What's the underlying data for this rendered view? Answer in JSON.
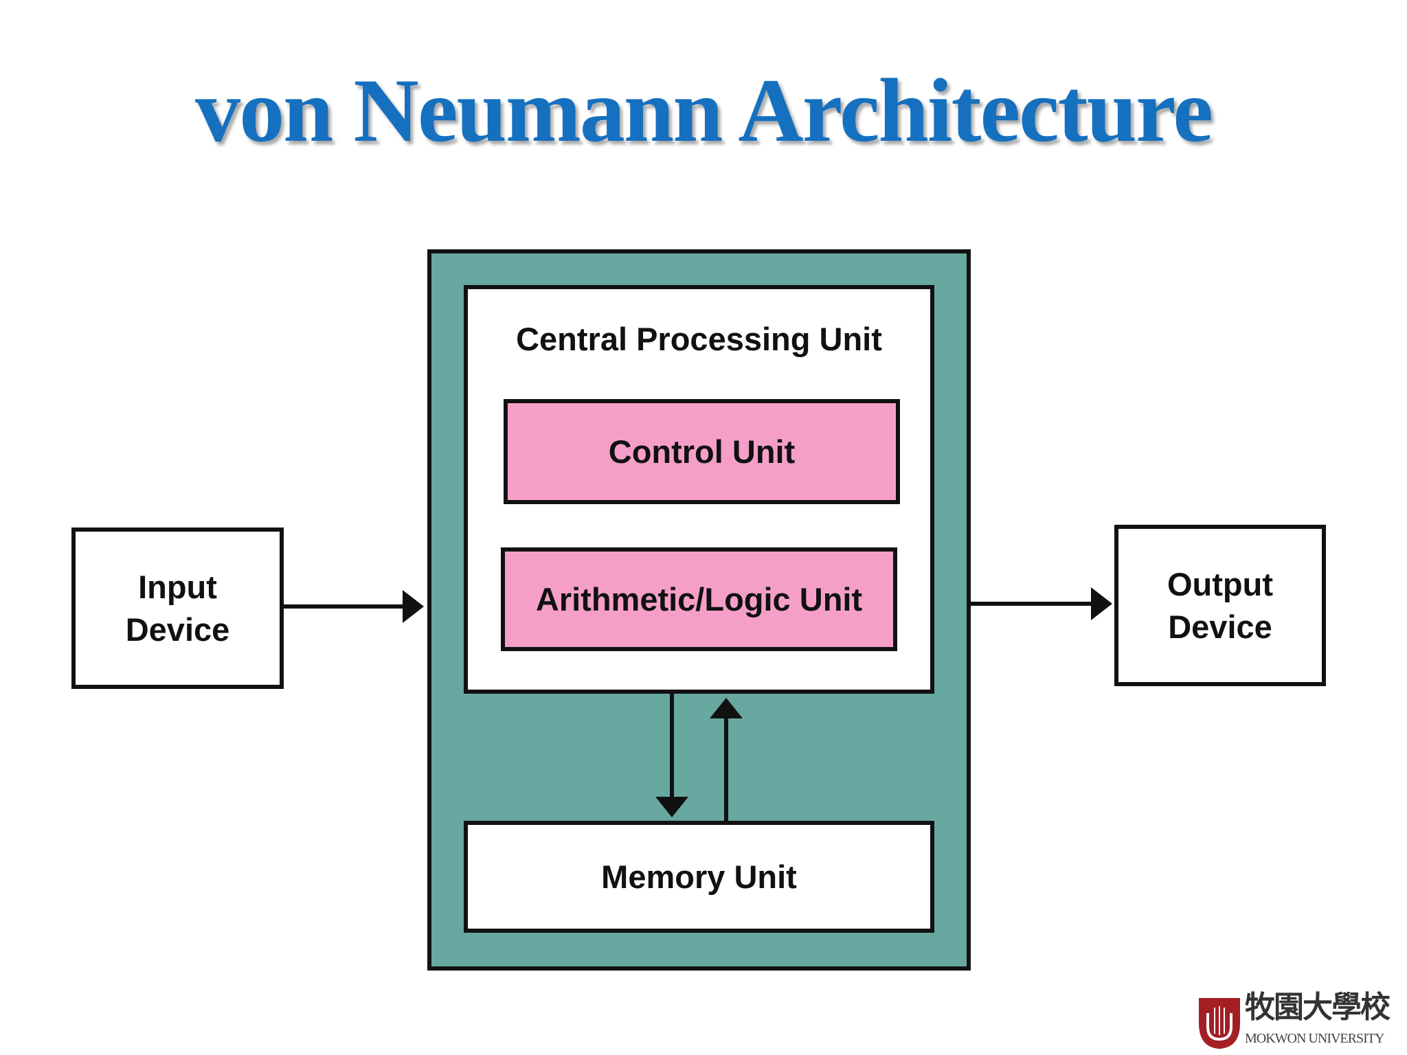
{
  "title": "von Neumann Architecture",
  "diagram": {
    "cpu": {
      "label": "Central Processing Unit"
    },
    "control_unit": {
      "label": "Control Unit"
    },
    "alu": {
      "label": "Arithmetic/Logic Unit"
    },
    "memory_unit": {
      "label": "Memory Unit"
    },
    "input_device": {
      "label_line1": "Input",
      "label_line2": "Device"
    },
    "output_device": {
      "label_line1": "Output",
      "label_line2": "Device"
    },
    "colors": {
      "title": "#1570c0",
      "computer_box": "#67a8a1",
      "cpu_subunits": "#f59fc8",
      "lines": "#111111"
    }
  },
  "logo": {
    "name_cjk": "牧園大學校",
    "name_en": "MOKWON UNIVERSITY",
    "color": "#a31f24"
  }
}
